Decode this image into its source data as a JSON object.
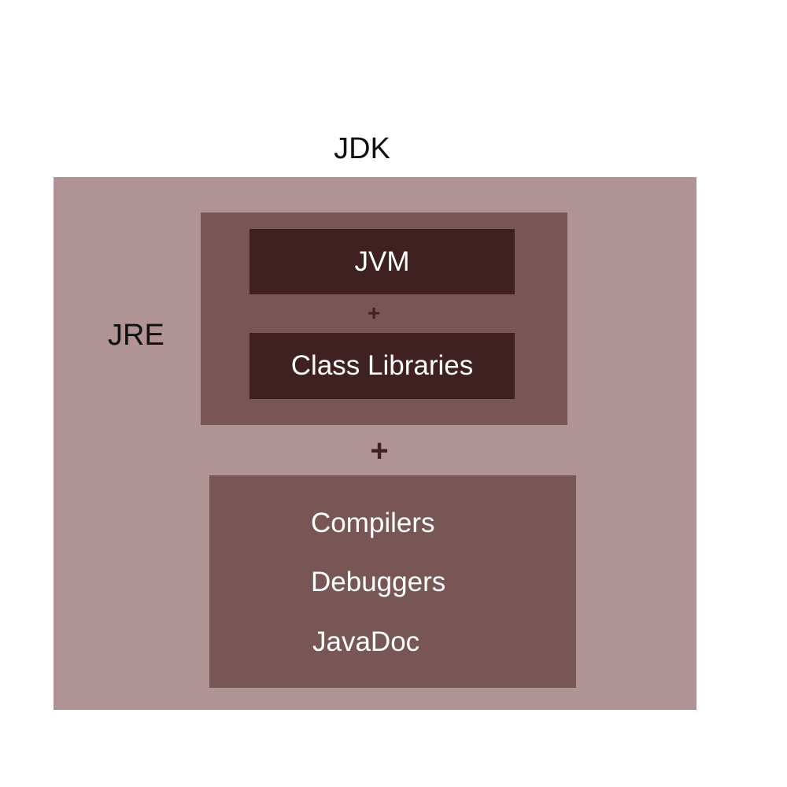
{
  "jdk": {
    "label": "JDK"
  },
  "jre": {
    "label": "JRE",
    "jvm": "JVM",
    "plus": "+",
    "class_libraries": "Class Libraries"
  },
  "plus": "+",
  "tools": [
    "Compilers",
    "Debuggers",
    "JavaDoc"
  ],
  "colors": {
    "jdk": "#b09394",
    "jre": "#785656",
    "dark": "#3f2121"
  }
}
